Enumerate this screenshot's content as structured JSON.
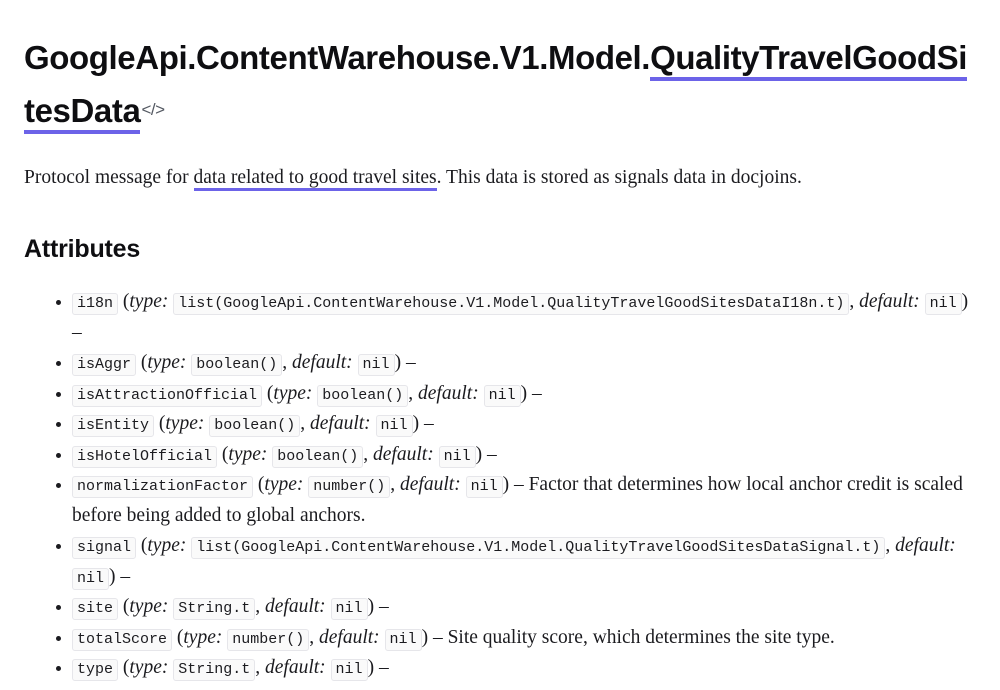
{
  "page": {
    "title_prefix": "GoogleApi.ContentWarehouse.V1.Model.",
    "title_link": "QualityTravelGoodSitesData",
    "code_anchor_icon": "</>",
    "code_anchor_label": "</>"
  },
  "description": {
    "before_link": "Protocol message for ",
    "link": "data related to good travel sites",
    "after_link": ". This data is stored as signals data in docjoins."
  },
  "attributes_section": {
    "heading": "Attributes",
    "syntax": {
      "open_paren": "(",
      "type_label": "type:",
      "comma": ",",
      "default_label": "default:",
      "close_paren": ")",
      "dash": "–"
    },
    "items": [
      {
        "name": "i18n",
        "type": "list(GoogleApi.ContentWarehouse.V1.Model.QualityTravelGoodSitesDataI18n.t)",
        "default": "nil",
        "desc": ""
      },
      {
        "name": "isAggr",
        "type": "boolean()",
        "default": "nil",
        "desc": ""
      },
      {
        "name": "isAttractionOfficial",
        "type": "boolean()",
        "default": "nil",
        "desc": ""
      },
      {
        "name": "isEntity",
        "type": "boolean()",
        "default": "nil",
        "desc": ""
      },
      {
        "name": "isHotelOfficial",
        "type": "boolean()",
        "default": "nil",
        "desc": ""
      },
      {
        "name": "normalizationFactor",
        "type": "number()",
        "default": "nil",
        "desc": "Factor that determines how local anchor credit is scaled before being added to global anchors."
      },
      {
        "name": "signal",
        "type": "list(GoogleApi.ContentWarehouse.V1.Model.QualityTravelGoodSitesDataSignal.t)",
        "default": "nil",
        "desc": ""
      },
      {
        "name": "site",
        "type": "String.t",
        "default": "nil",
        "desc": ""
      },
      {
        "name": "totalScore",
        "type": "number()",
        "default": "nil",
        "desc": "Site quality score, which determines the site type."
      },
      {
        "name": "type",
        "type": "String.t",
        "default": "nil",
        "desc": ""
      }
    ]
  },
  "theme": {
    "accent_purple": "#6c63e8",
    "text_color": "#1b1b1f",
    "code_bg": "#fafafa",
    "code_border": "#e6e6ea",
    "background": "#ffffff"
  }
}
